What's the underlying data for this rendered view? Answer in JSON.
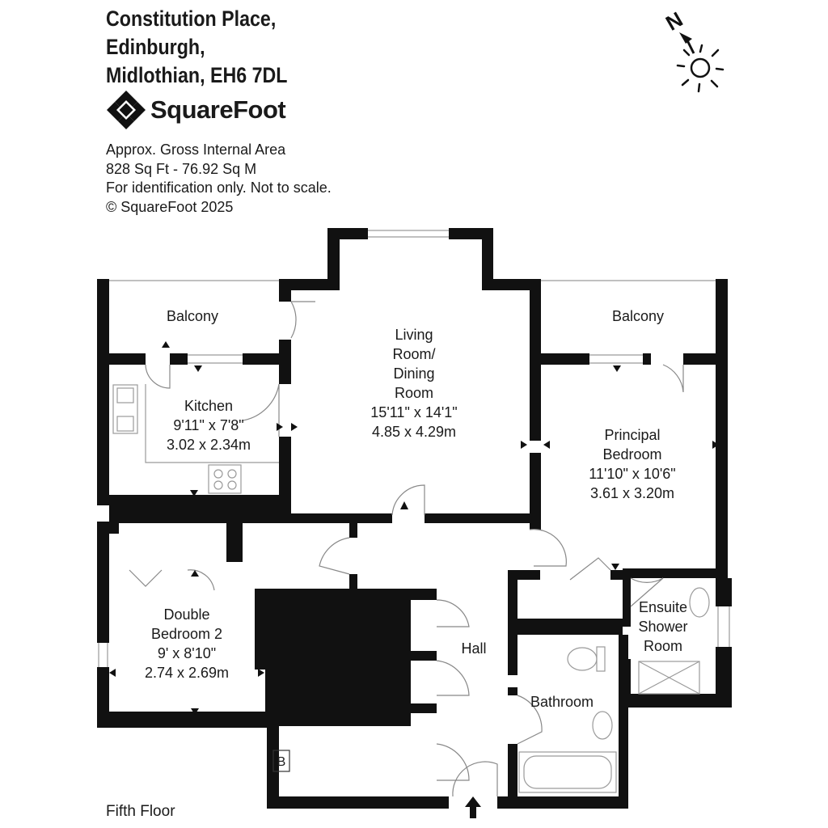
{
  "address": {
    "line1": "Constitution Place,",
    "line2": "Edinburgh,",
    "line3": "Midlothian, EH6 7DL"
  },
  "brand": {
    "name": "SquareFoot",
    "logo_icon": "squarefoot-diamond-logo"
  },
  "info": {
    "line1": "Approx. Gross Internal Area",
    "line2": "828 Sq Ft  -  76.92 Sq M",
    "line3": "For identification only. Not to scale.",
    "line4": "© SquareFoot 2025"
  },
  "compass": {
    "letter": "N",
    "icon": "north-arrow-sun-icon"
  },
  "floor": "Fifth Floor",
  "rooms": {
    "balcony_left": {
      "name": "Balcony"
    },
    "balcony_right": {
      "name": "Balcony"
    },
    "living": {
      "name1": "Living",
      "name2": "Room/",
      "name3": "Dining",
      "name4": "Room",
      "imperial": "15'11\" x 14'1\"",
      "metric": "4.85 x 4.29m"
    },
    "kitchen": {
      "name": "Kitchen",
      "imperial": "9'11\" x 7'8\"",
      "metric": "3.02 x 2.34m"
    },
    "principal": {
      "name1": "Principal",
      "name2": "Bedroom",
      "imperial": "11'10\" x 10'6\"",
      "metric": "3.61 x 3.20m"
    },
    "double": {
      "name1": "Double",
      "name2": "Bedroom 2",
      "imperial": "9' x 8'10\"",
      "metric": "2.74 x 2.69m"
    },
    "hall": {
      "name": "Hall"
    },
    "bathroom": {
      "name": "Bathroom"
    },
    "ensuite": {
      "name1": "Ensuite",
      "name2": "Shower",
      "name3": "Room"
    },
    "boiler": {
      "name": "B"
    }
  },
  "colors": {
    "wall": "#111111",
    "line": "#9a9a9a",
    "fill": "#ffffff"
  }
}
